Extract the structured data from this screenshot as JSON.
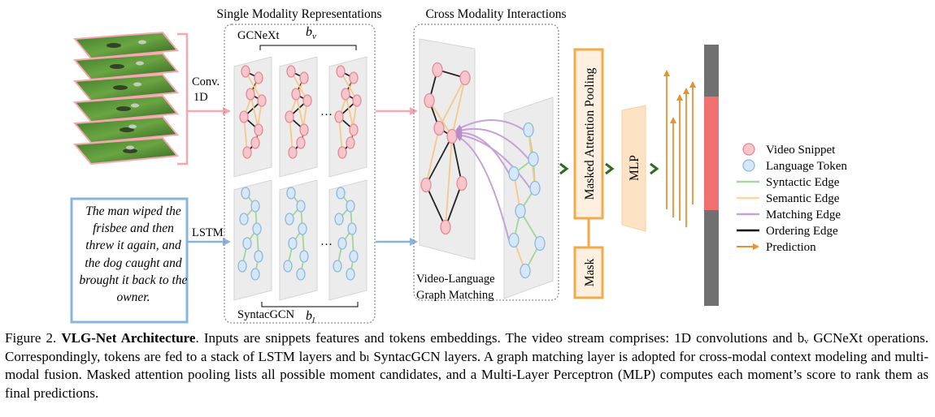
{
  "headings": {
    "single_modality": "Single Modality Representations",
    "cross_modality": "Cross Modality Interactions"
  },
  "video_branch": {
    "conv_label_line1": "Conv.",
    "conv_label_line2": "1D",
    "gcnext_label": "GCNeXt",
    "repeat_symbol": "b",
    "repeat_subscript": "v",
    "ellipsis": "…"
  },
  "language_branch": {
    "sentence": "The man wiped the frisbee and then threw it again, and the dog caught and brought it back to the owner.",
    "lstm_label": "LSTM",
    "syntacgcn_label": "SyntacGCN",
    "repeat_symbol": "b",
    "repeat_subscript": "l",
    "ellipsis": "…"
  },
  "matching": {
    "label_line1": "Video-Language",
    "label_line2": "Graph Matching"
  },
  "blocks": {
    "pooling": "Masked Attention Pooling",
    "mask": "Mask",
    "mlp": "MLP"
  },
  "legend": [
    {
      "label": "Video Snippet",
      "kind": "node",
      "fill": "#f7c5cc",
      "stroke": "#e58a96"
    },
    {
      "label": "Language Token",
      "kind": "node",
      "fill": "#d6e8f7",
      "stroke": "#8fb8dc"
    },
    {
      "label": "Syntactic Edge",
      "kind": "line",
      "color": "#a6dba0"
    },
    {
      "label": "Semantic Edge",
      "kind": "line",
      "color": "#fcd7a0"
    },
    {
      "label": "Matching Edge",
      "kind": "line",
      "color": "#c7a0d6"
    },
    {
      "label": "Ordering Edge",
      "kind": "line",
      "color": "#000000"
    },
    {
      "label": "Prediction",
      "kind": "arrow",
      "color": "#e8912d"
    }
  ],
  "caption": {
    "figure_number": "Figure 2.",
    "title": "VLG-Net Architecture",
    "body": ". Inputs are snippets features and tokens embeddings. The video stream comprises: 1D convolutions and bᵥ GCNeXt operations. Correspondingly, tokens are fed to a stack of LSTM layers and bₗ SyntacGCN layers. A graph matching layer is adopted for cross-modal context modeling and multi-modal fusion. Masked attention pooling lists all possible moment candidates, and a Multi-Layer Perceptron (MLP) computes each moment’s score to rank them as final predictions."
  },
  "colors": {
    "video": "#f4a7b0",
    "language": "#8ab4de",
    "orange": "#f4a94a",
    "green_arrow": "#2e6b1f",
    "timeline": "#707070",
    "highlight": "#f07070"
  }
}
